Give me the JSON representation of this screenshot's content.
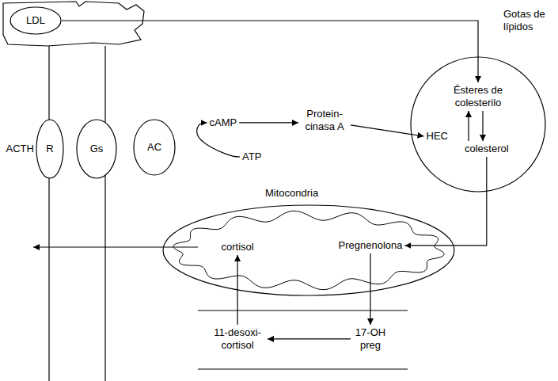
{
  "diagram": {
    "nodes": [
      {
        "text": [
          "LDL"
        ]
      },
      {
        "text": [
          "R"
        ]
      },
      {
        "text": [
          "Gs"
        ]
      },
      {
        "text": [
          "AC"
        ]
      },
      {
        "text": [
          "cAMP"
        ]
      },
      {
        "text": [
          "ATP"
        ]
      },
      {
        "text": [
          "Protein- cinasa A"
        ]
      },
      {
        "text": [
          "Gotas de lípidos"
        ]
      },
      {
        "text": [
          "Ésteres de colesterilo"
        ],
        "in": 7
      },
      {
        "text": [
          "HEC"
        ],
        "in": 7
      },
      {
        "text": [
          "colesterol"
        ],
        "in": 7
      },
      {
        "text": [
          "Mitocondria"
        ]
      },
      {
        "text": [
          "cortisol"
        ],
        "in": 11
      },
      {
        "text": [
          "Pregnenolona"
        ],
        "in": 11
      },
      {
        "text": [
          "17-OH preg"
        ]
      },
      {
        "text": [
          "11-desoxi- cortisol"
        ]
      }
    ],
    "edges": [
      {
        "from": 0,
        "to": 8,
        "arrow": "to"
      },
      {
        "from": 5,
        "to": 4,
        "arrow": "to"
      },
      {
        "from": 4,
        "to": 6,
        "arrow": "to"
      },
      {
        "from": 6,
        "to": 9,
        "arrow": "to"
      },
      {
        "from": 10,
        "to": 8,
        "arrow": "to"
      },
      {
        "from": 8,
        "to": 10,
        "arrow": "to"
      },
      {
        "from": 10,
        "to": 13,
        "arrow": "to"
      },
      {
        "from": 13,
        "to": 14,
        "arrow": "to"
      },
      {
        "from": 14,
        "to": 15,
        "arrow": "to"
      },
      {
        "from": 15,
        "to": 12,
        "arrow": "to"
      }
    ],
    "labels": [
      "ACTH"
    ]
  }
}
